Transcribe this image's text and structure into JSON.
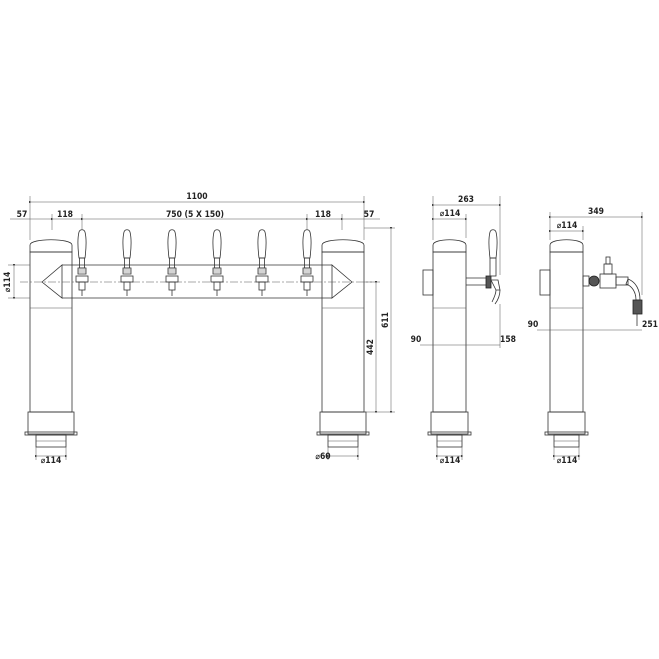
{
  "front_view": {
    "overall_width": "1100",
    "side_offset_left": "57",
    "side_offset_right": "57",
    "tap_offset_left": "118",
    "tap_offset_right": "118",
    "tap_spacing": "750 (5 X 150)",
    "column_diameter": "⌀114",
    "base_diameter_left": "⌀114",
    "base_diameter_right": "⌀60",
    "height_to_taps": "442",
    "total_height": "611",
    "tap_count": 6
  },
  "side_view_1": {
    "depth": "263",
    "column_diameter": "⌀114",
    "tap_height": "90",
    "tap_reach": "158",
    "base_diameter": "⌀114"
  },
  "side_view_2": {
    "depth": "349",
    "column_diameter": "⌀114",
    "tap_height": "90",
    "tap_reach": "251",
    "base_diameter": "⌀114"
  }
}
